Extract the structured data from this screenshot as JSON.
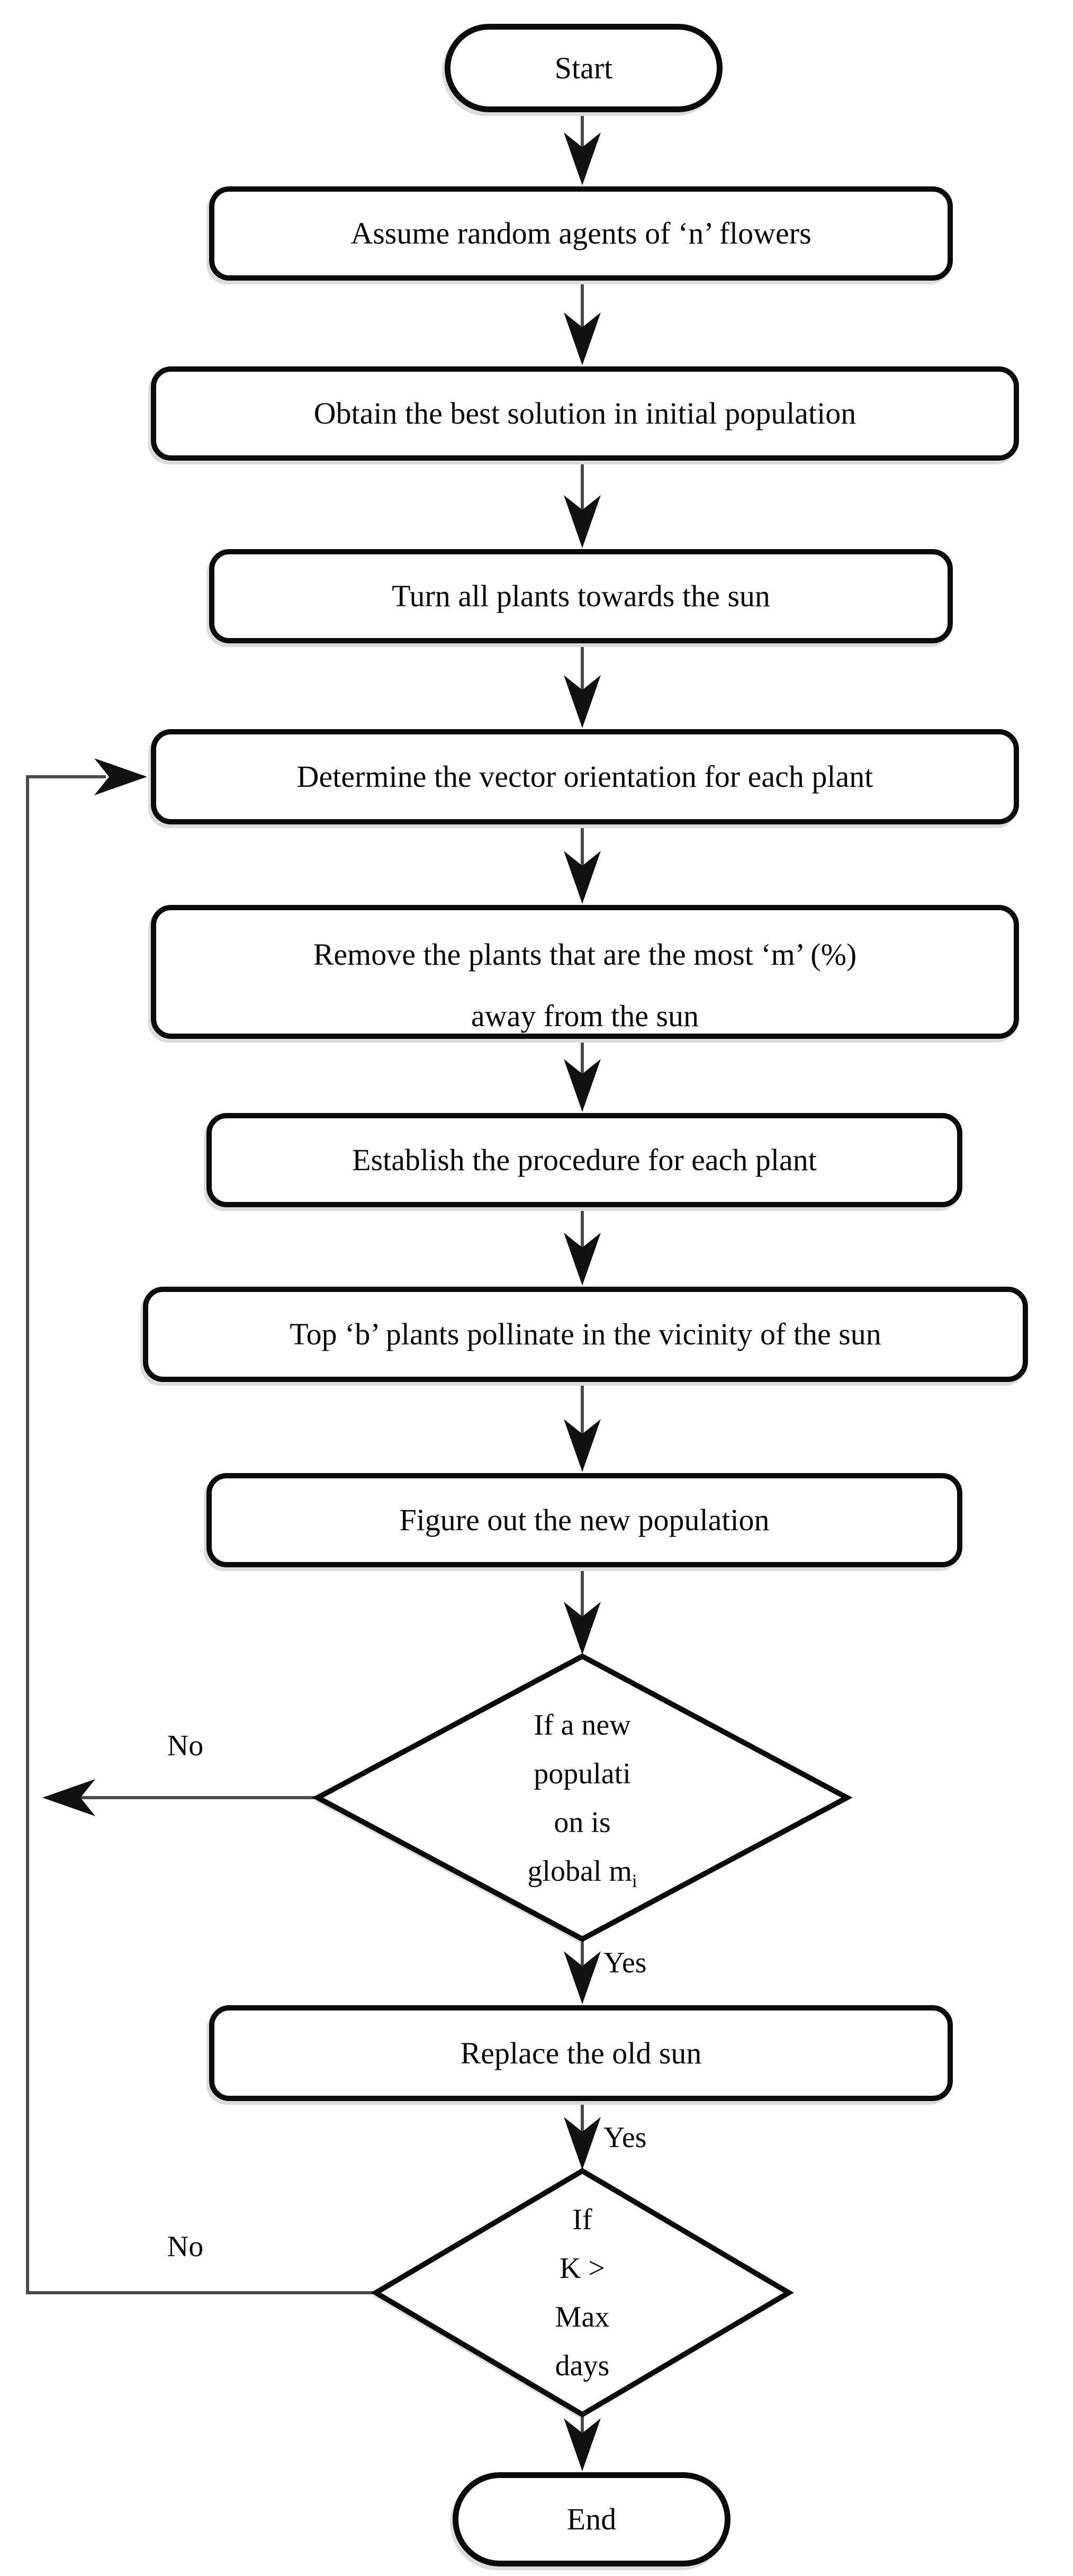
{
  "flowchart": {
    "nodes": {
      "start": {
        "label": "Start"
      },
      "assume_random_agents": {
        "label": "Assume random agents of ‘n’ flowers"
      },
      "obtain_best_solution": {
        "label": "Obtain the best solution in initial population"
      },
      "turn_plants_to_sun": {
        "label": "Turn all plants towards the sun"
      },
      "determine_vector_orientation": {
        "label": "Determine the vector orientation for each plant"
      },
      "remove_plants": {
        "line1": "Remove the plants that are the most ‘m’ (%)",
        "line2": "away from the sun"
      },
      "establish_procedure": {
        "label": "Establish the procedure for each plant"
      },
      "top_plants_pollinate": {
        "label": "Top ‘b’ plants pollinate in the vicinity of the sun"
      },
      "figure_new_population": {
        "label": "Figure out the new population"
      },
      "decision_new_population": {
        "line1": "If a new",
        "line2": "populati",
        "line3": "on is",
        "line4_base": "global m",
        "line4_sub": "i"
      },
      "replace_old_sun": {
        "label": "Replace the old sun"
      },
      "decision_max_days": {
        "line1": "If",
        "line2": "K >",
        "line3": "Max",
        "line4": "days"
      },
      "end": {
        "label": "End"
      }
    },
    "edge_labels": {
      "new_population_no": "No",
      "new_population_yes": "Yes",
      "replace_to_decision_yes": "Yes",
      "max_days_no": "No"
    }
  }
}
